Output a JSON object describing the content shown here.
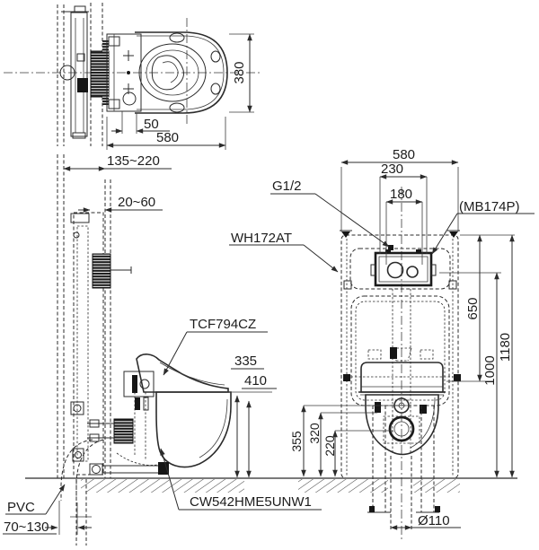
{
  "drawing": {
    "top_view": {
      "dim_offset": "50",
      "dim_width": "580",
      "dim_depth": "380"
    },
    "side_view": {
      "dim_depth_range": "135~220",
      "dim_wall_range": "20~60",
      "label_washlet": "TCF794CZ",
      "dim_height_335": "335",
      "dim_height_410": "410",
      "label_pvc": "PVC",
      "dim_pvc_range": "70~130",
      "label_bowl": "CW542HME5UNW1"
    },
    "front_view": {
      "dim_width": "580",
      "dim_230": "230",
      "dim_180": "180",
      "label_supply": "G1/2",
      "label_plate": "(MB174P)",
      "label_frame": "WH172AT",
      "dim_650": "650",
      "dim_1000": "1000",
      "dim_1180": "1180",
      "dim_355": "355",
      "dim_320": "320",
      "dim_220": "220",
      "dim_drain": "Ø110"
    }
  }
}
